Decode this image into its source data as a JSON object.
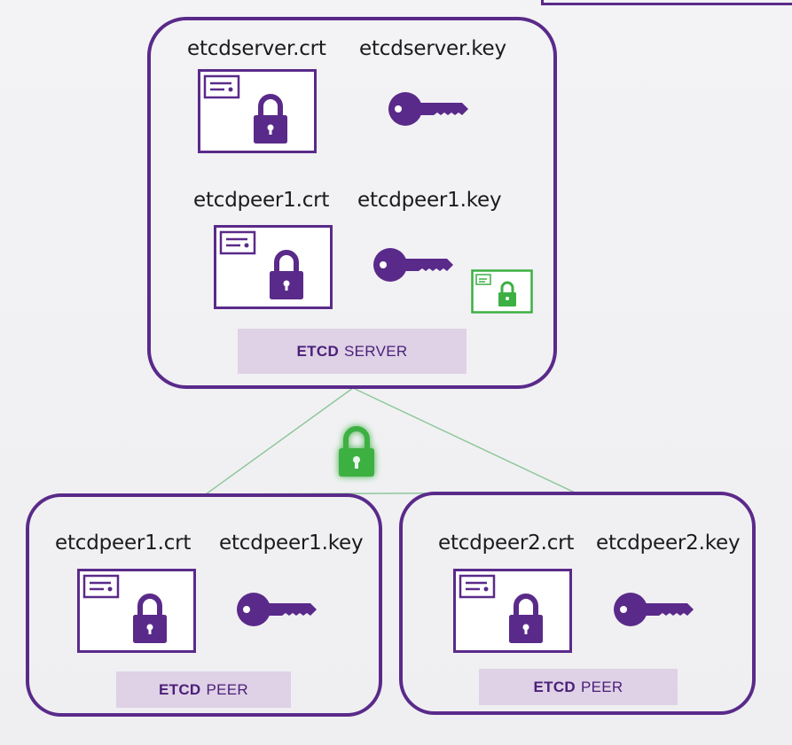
{
  "colors": {
    "primary": "#5a2a8a",
    "plate": "#dfd1e6",
    "secure": "#3cb043"
  },
  "server": {
    "cert_label": "etcdserver.crt",
    "key_label": "etcdserver.key",
    "peer_cert_label": "etcdpeer1.crt",
    "peer_key_label": "etcdpeer1.key",
    "badge_strong": "ETCD",
    "badge_rest": "SERVER"
  },
  "peer1": {
    "cert_label": "etcdpeer1.crt",
    "key_label": "etcdpeer1.key",
    "badge_strong": "ETCD",
    "badge_rest": "PEER"
  },
  "peer2": {
    "cert_label": "etcdpeer2.crt",
    "key_label": "etcdpeer2.key",
    "badge_strong": "ETCD",
    "badge_rest": "PEER"
  },
  "icons": {
    "certificate": "certificate-icon",
    "key": "key-icon",
    "secure_lock": "green-lock-icon"
  }
}
